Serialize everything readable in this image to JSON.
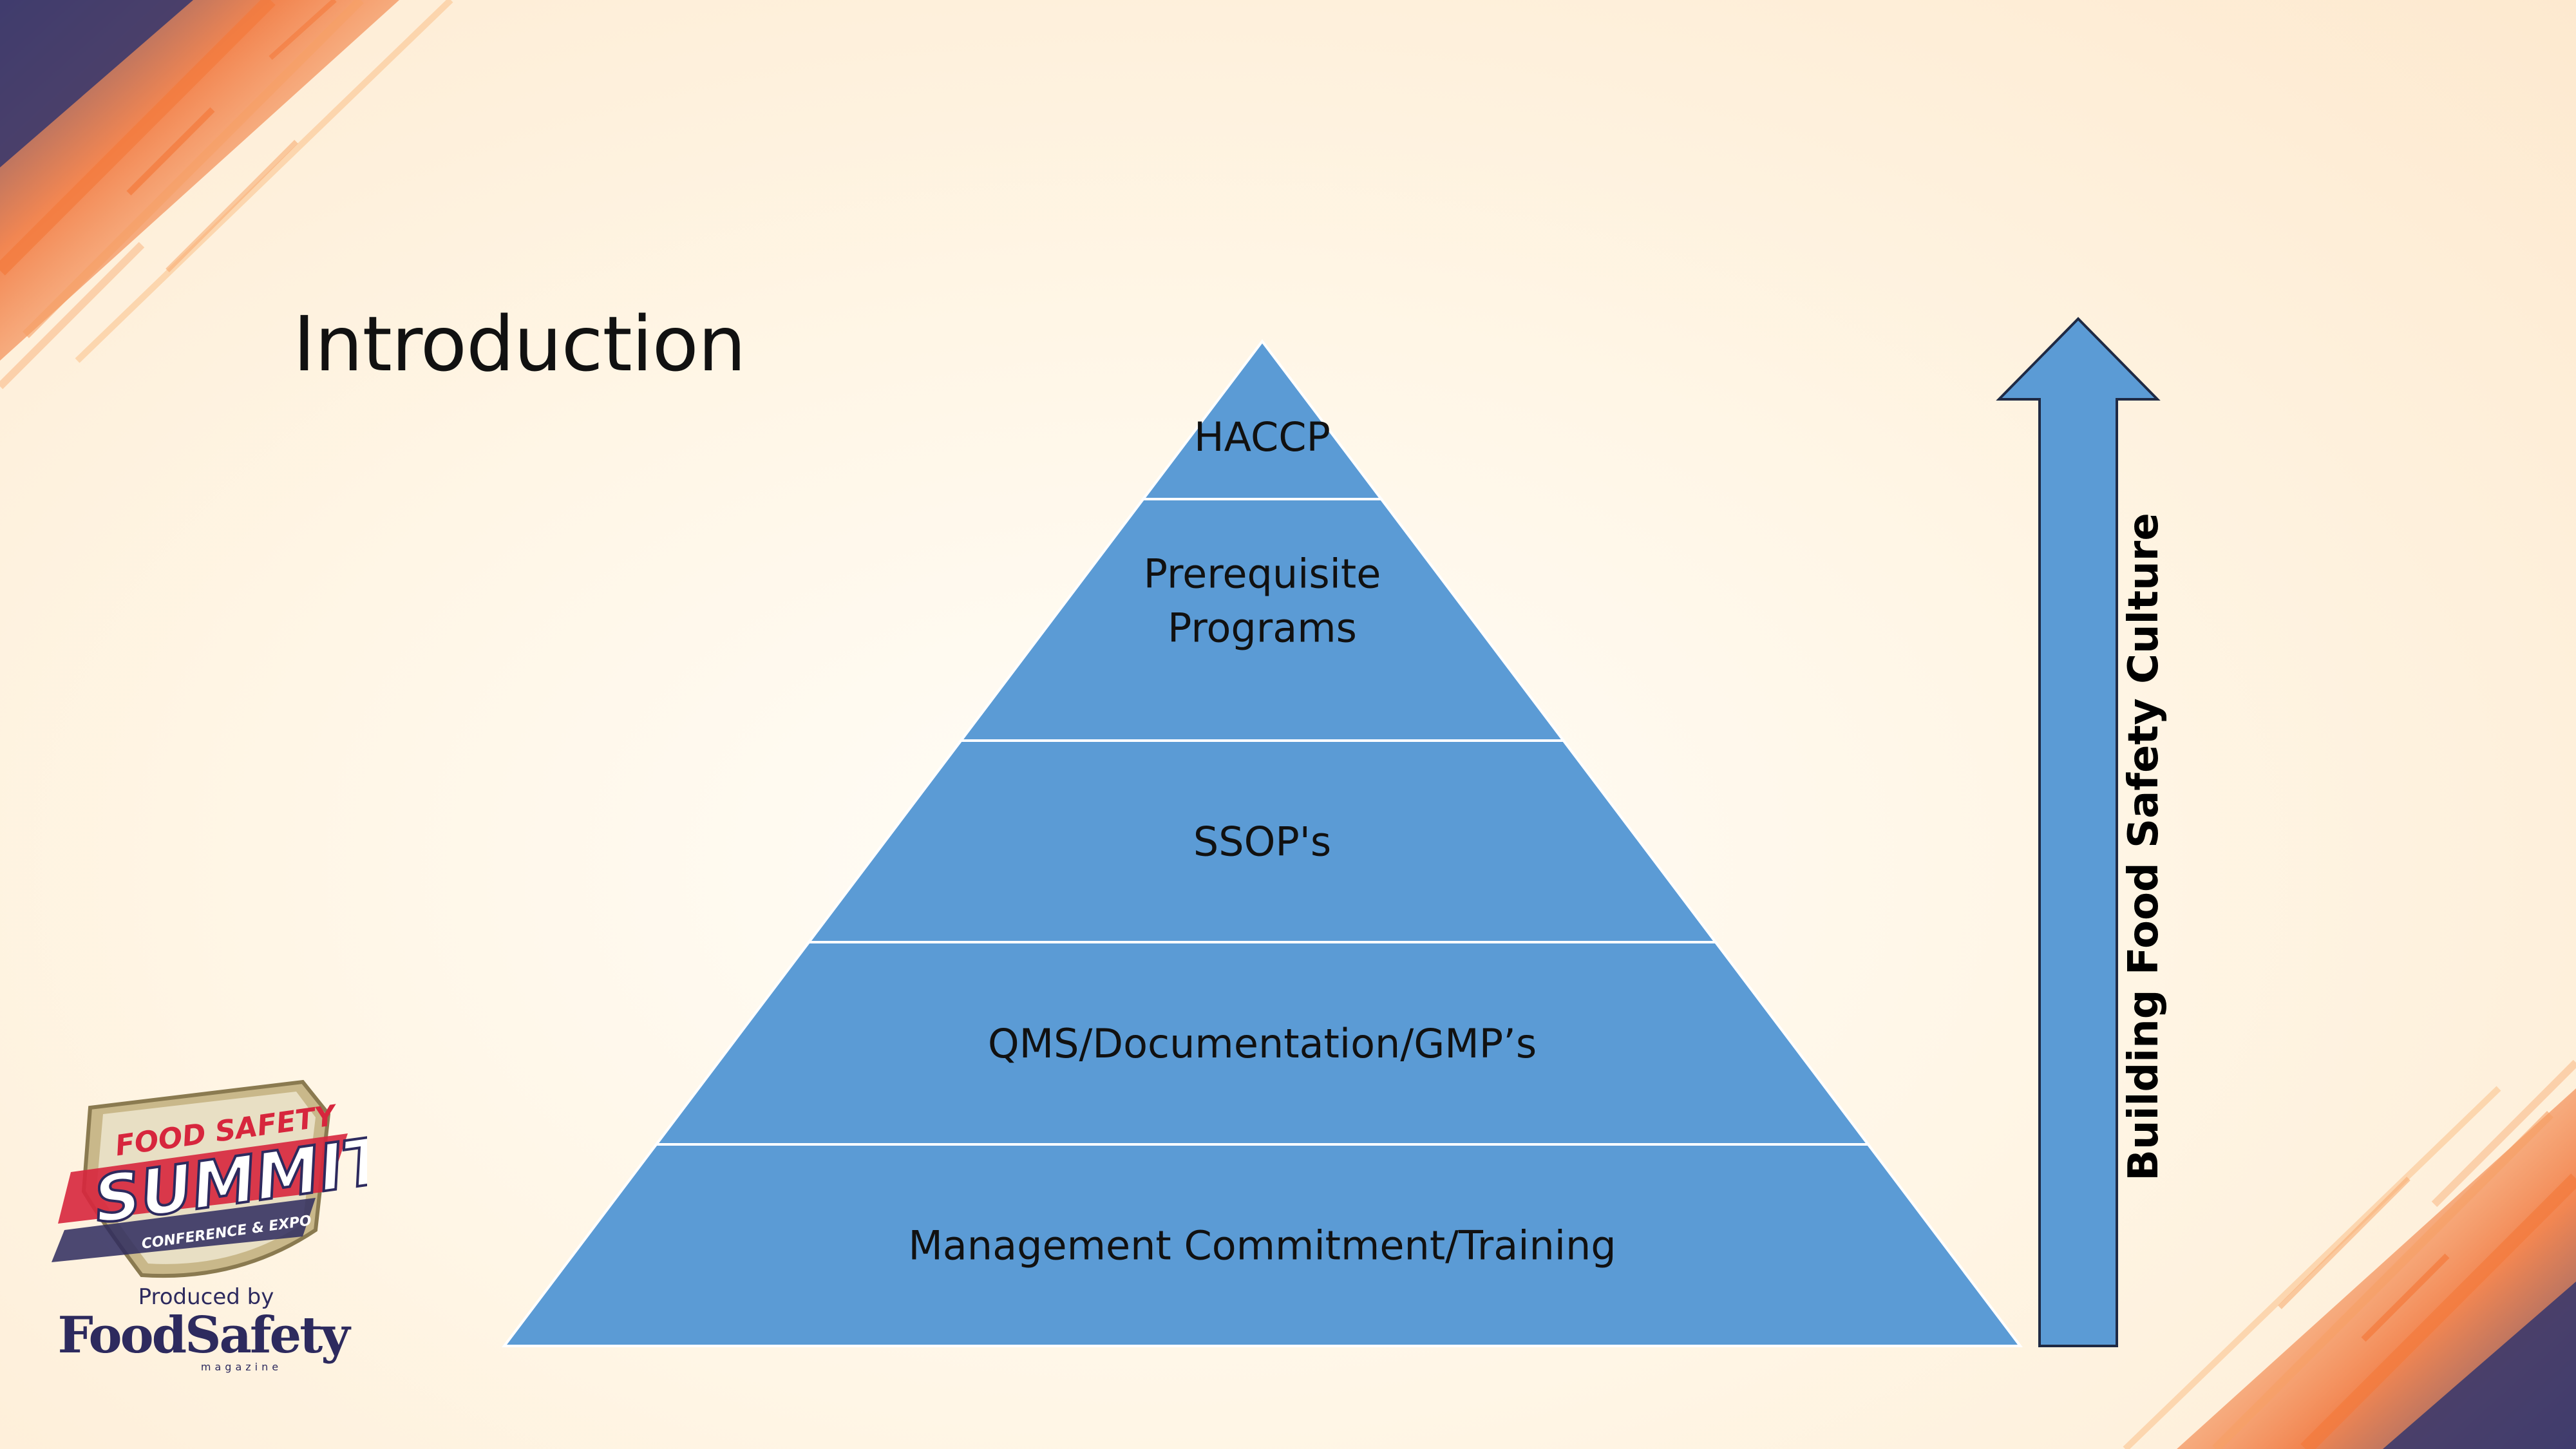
{
  "slide": {
    "title": "Introduction"
  },
  "pyramid": {
    "tiers": [
      {
        "lines": [
          "HACCP"
        ]
      },
      {
        "lines": [
          "Prerequisite",
          "Programs"
        ]
      },
      {
        "lines": [
          "SSOP's"
        ]
      },
      {
        "lines": [
          "QMS/Documentation/GMP’s"
        ]
      },
      {
        "lines": [
          "Management Commitment/Training"
        ]
      }
    ],
    "fill_color": "#5b9bd5",
    "divider_color": "#ffffff"
  },
  "arrow": {
    "label": "Building Food Safety Culture",
    "fill_color": "#5b9bd5",
    "stroke_color": "#1f2a44"
  },
  "logo": {
    "top_line": "FOOD SAFETY",
    "main_word": "SUMMIT",
    "sub_line": "CONFERENCE & EXPO",
    "produced_by": "Produced by",
    "brand": "FoodSafety",
    "brand_sub": "magazine"
  },
  "colors": {
    "accent_orange": "#f47a3c",
    "accent_navy": "#2d2a5e",
    "accent_red": "#d7263d"
  }
}
